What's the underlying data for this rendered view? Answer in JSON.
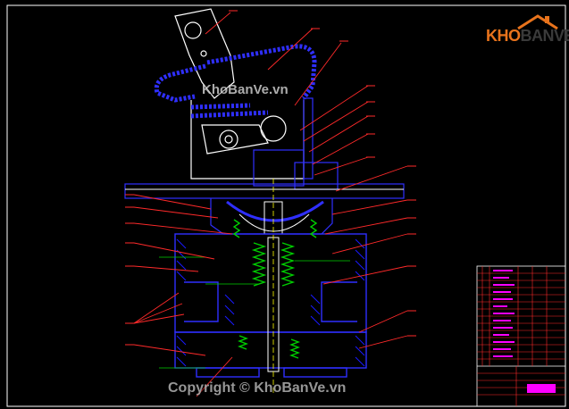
{
  "drawing": {
    "background": "#000000",
    "colors": {
      "frame": "#ffffff",
      "outline": "#2f2fff",
      "leader": "#ff2a2a",
      "hatch": "#1a1aff",
      "spring": "#00d000",
      "centerline": "#ffff00",
      "accent": "#ff00ff"
    }
  },
  "logo": {
    "brand": "KHOBANVE",
    "brand_part1": "KHO",
    "brand_part2": "BANVE",
    "icon": "house-roof-icon"
  },
  "watermarks": {
    "top": "KhoBanVe.vn",
    "bottom": "Copyright © KhoBanVe.vn"
  }
}
